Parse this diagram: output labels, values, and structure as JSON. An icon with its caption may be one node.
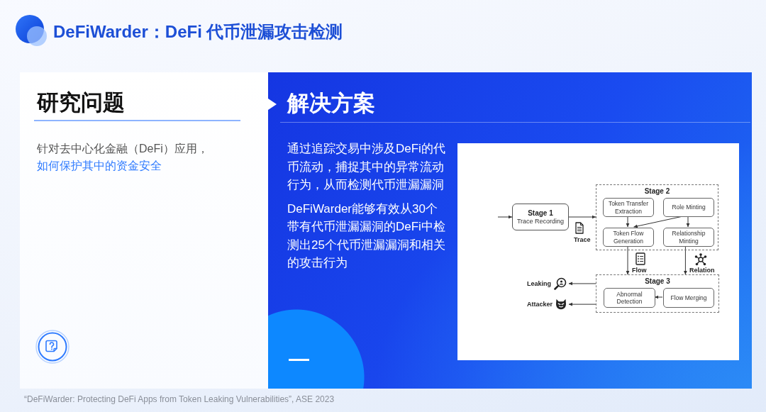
{
  "diagram": {
    "title": "DeFiWarder：DeFi 代币泄漏攻击检测",
    "caption": "“DeFiWarder: Protecting DeFi Apps from Token Leaking Vulnerabilities”, ASE 2023",
    "nodes": [
      {
        "text": [
          "研究问题",
          "针对去中心化金融（DeFi）应用，",
          "如何保护其中的资金安全"
        ]
      },
      {
        "text": [
          "解决方案",
          "通过追踪交易中涉及DeFi的代币流动，捕捉其中的异常流动行为，从而检测代币泄漏漏洞",
          "DeFiWarder能够有效从30个带有代币泄漏漏洞的DeFi中检测出25个代币泄漏漏洞和相关的攻击行为"
        ]
      },
      {
        "text": [
          "Stage 1",
          "Trace Recording"
        ],
        "in": 1
      },
      {
        "text": [
          "Stage 2"
        ],
        "in": 1
      },
      {
        "text": [
          "Token Transfer Extraction"
        ],
        "in": 3
      },
      {
        "text": [
          "Role Minting"
        ],
        "in": 3
      },
      {
        "text": [
          "Token Flow Generation"
        ],
        "in": 3
      },
      {
        "text": [
          "Relationship Minting"
        ],
        "in": 3
      },
      {
        "text": [
          "Stage 3"
        ],
        "in": 1
      },
      {
        "text": [
          "Abnormal Detection"
        ],
        "in": 8
      },
      {
        "text": [
          "Flow Merging"
        ],
        "in": 8
      },
      {
        "text": [
          "Leaking"
        ],
        "in": 1
      },
      {
        "text": [
          "Attacker"
        ],
        "in": 1
      }
    ],
    "edges": [
      {
        "from": null,
        "to": 2,
        "arrow": "to"
      },
      {
        "from": 2,
        "to": 3,
        "arrow": "to",
        "label": "Trace"
      },
      {
        "from": 4,
        "to": 6,
        "arrow": "to"
      },
      {
        "from": 5,
        "to": 6,
        "arrow": "to"
      },
      {
        "from": 5,
        "to": 7,
        "arrow": "to"
      },
      {
        "from": 6,
        "to": 8,
        "arrow": "to",
        "label": "Flow"
      },
      {
        "from": 7,
        "to": 8,
        "arrow": "to",
        "label": "Relation"
      },
      {
        "from": 10,
        "to": 9,
        "arrow": "to"
      },
      {
        "from": 8,
        "to": 11,
        "arrow": "to"
      },
      {
        "from": 8,
        "to": 12,
        "arrow": "to"
      }
    ]
  }
}
